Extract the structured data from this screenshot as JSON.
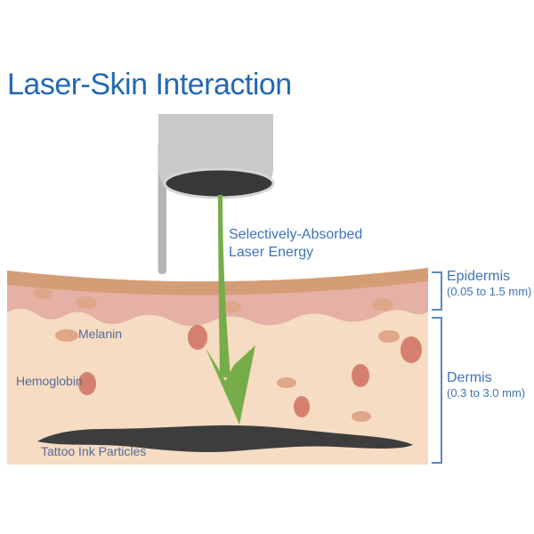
{
  "title": "Laser-Skin Interaction",
  "beam_label": {
    "line1": "Selectively-Absorbed",
    "line2": "Laser Energy"
  },
  "layers": {
    "epidermis": {
      "name": "Epidermis",
      "range": "(0.05 to 1.5 mm)"
    },
    "dermis": {
      "name": "Dermis",
      "range": "(0.3 to 3.0 mm)"
    }
  },
  "structures": {
    "melanin": {
      "label": "Melanin"
    },
    "hemoglobin": {
      "label": "Hemoglobin"
    },
    "tattoo_ink": {
      "label": "Tattoo Ink Particles"
    }
  },
  "colors": {
    "title_blue": "#2368b4",
    "label_blue": "#3e74b9",
    "structure_label_slate": "#56689a",
    "bracket_blue": "#5e88c4",
    "beam_green": "#76ad49",
    "skin_surface_band": "#d59d76",
    "epidermis_pink": "#e5b0a5",
    "dermis_peach": "#f6dcc2",
    "melanin_tan": "#dfa687",
    "hemoglobin_red": "#d5806e",
    "ink_dark": "#3d3d3d",
    "device_gray": "#c9c9c9",
    "stem_gray": "#b5b5b5",
    "lens_dark": "#383838"
  }
}
